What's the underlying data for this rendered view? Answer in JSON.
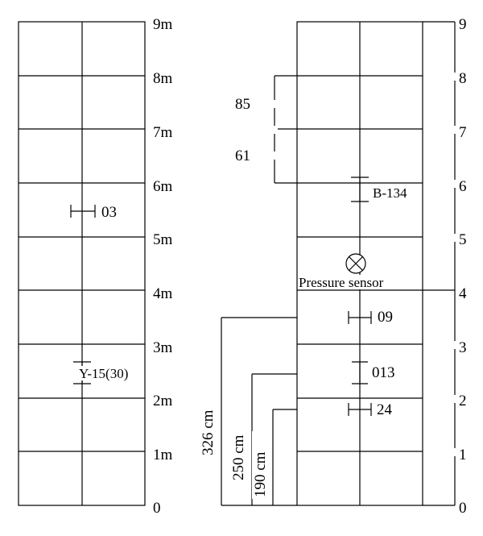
{
  "left_column": {
    "height_labels": [
      "0",
      "1m",
      "2m",
      "3m",
      "4m",
      "5m",
      "6m",
      "7m",
      "8m",
      "9m"
    ],
    "sensors": [
      "03",
      "Y-15(30)"
    ]
  },
  "right_column": {
    "height_labels": [
      "0",
      "1",
      "2",
      "3",
      "4",
      "5",
      "6",
      "7",
      "8",
      "9"
    ],
    "sensors": [
      "B-134",
      "09",
      "013",
      "24"
    ],
    "pressure_sensor_label": "Pressure sensor",
    "segment_labels": [
      "85",
      "61"
    ],
    "dimension_labels": [
      "326 cm",
      "250 cm",
      "190 cm"
    ]
  }
}
